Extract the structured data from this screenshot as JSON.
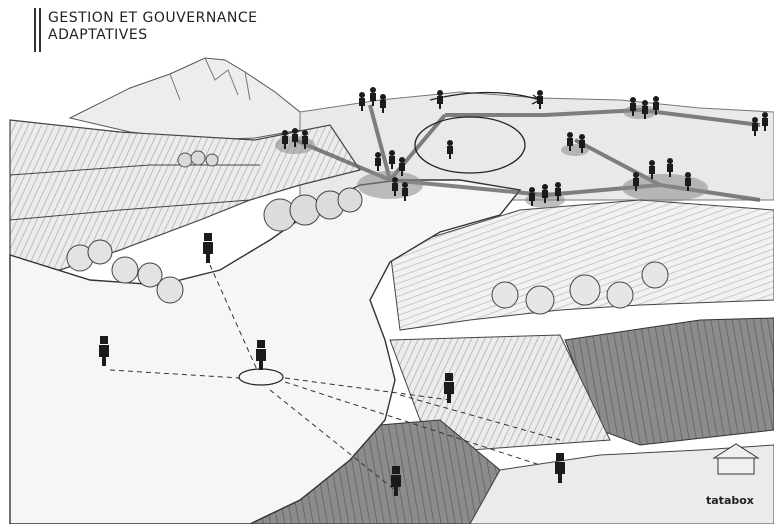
{
  "title": {
    "line1": "GESTION ET GOUVERNANCE",
    "line2": "ADAPTATIVES"
  },
  "brand": {
    "name": "tatabox"
  },
  "colors": {
    "ink": "#222222",
    "field_dark": "#6f6f6f",
    "field_mid": "#a9a9a9",
    "field_light": "#d6d6d6",
    "road": "#f4f4f4",
    "group_halo": "#7a7a7a"
  }
}
